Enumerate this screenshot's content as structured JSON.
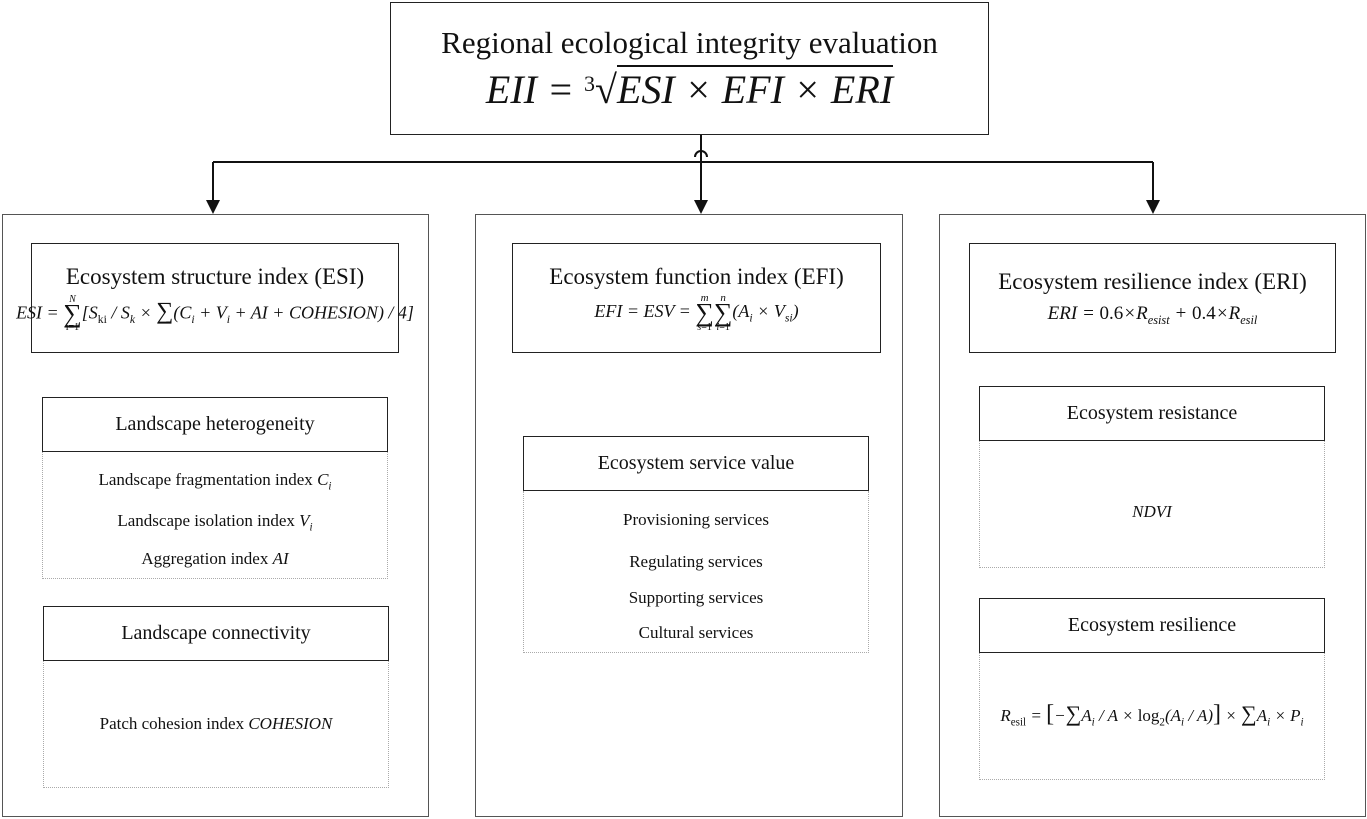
{
  "top": {
    "title": "Regional ecological integrity evaluation",
    "formula": "EII = ∛(ESI × EFI × ERI)"
  },
  "esi": {
    "title": "Ecosystem structure index (ESI)",
    "formula": "ESI = ∑_{i=1}^{N} [S_ki / S_k × ∑(C_i + V_i + AI + COHESION) / 4]",
    "group1": {
      "title": "Landscape heterogeneity",
      "items": [
        "Landscape fragmentation index C_i",
        "Landscape isolation index V_i",
        "Aggregation index AI"
      ]
    },
    "group2": {
      "title": "Landscape connectivity",
      "items": [
        "Patch cohesion index COHESION"
      ]
    }
  },
  "efi": {
    "title": "Ecosystem function index (EFI)",
    "formula": "EFI = ESV = ∑_{s=1}^{m} ∑_{i=1}^{n} (A_i × V_si)",
    "group1": {
      "title": "Ecosystem service value",
      "items": [
        "Provisioning services",
        "Regulating services",
        "Supporting services",
        "Cultural services"
      ]
    }
  },
  "eri": {
    "title": "Ecosystem resilience index (ERI)",
    "formula": "ERI = 0.6×R_esist + 0.4×R_esil",
    "group1": {
      "title": "Ecosystem resistance",
      "items": [
        "NDVI"
      ]
    },
    "group2": {
      "title": "Ecosystem resilience",
      "formula": "R_esil = [−∑ A_i / A × log_2(A_i / A)] × ∑ A_i × P_i"
    }
  }
}
